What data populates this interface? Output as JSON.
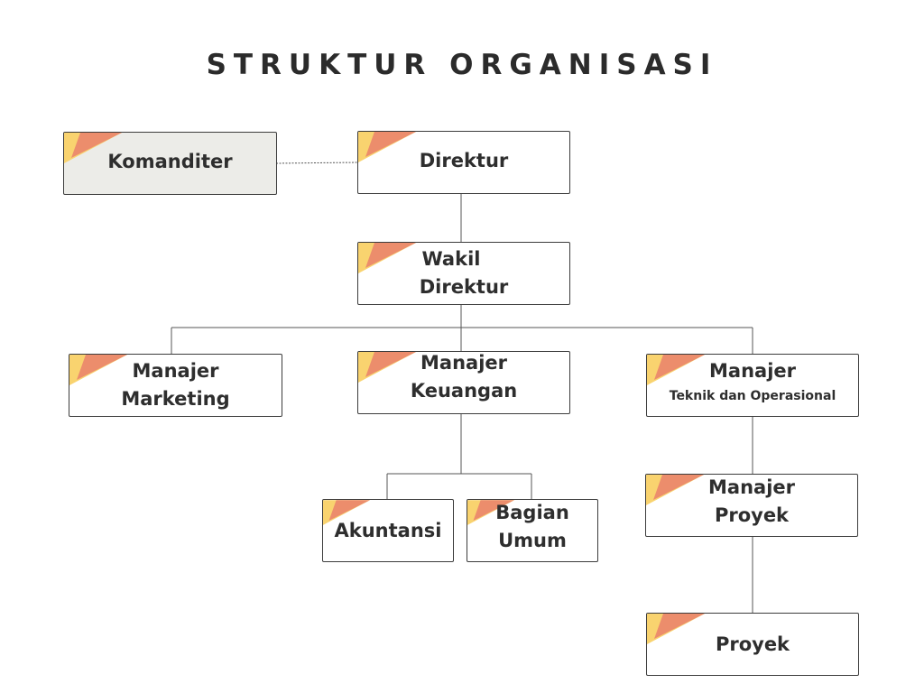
{
  "title": "STRUKTUR ORGANISASI",
  "colors": {
    "corner_yellow": "#f9d36f",
    "corner_orange": "#ec8d6c",
    "komanditer_fill": "#ecece8",
    "box_border": "#3c3c3c",
    "connector": "#555555"
  },
  "nodes": {
    "komanditer": {
      "lines": [
        "Komanditer"
      ]
    },
    "direktur": {
      "lines": [
        "Direktur"
      ]
    },
    "wakil_direktur": {
      "lines": [
        "Wakil",
        "Direktur"
      ]
    },
    "manajer_marketing": {
      "lines": [
        "Manajer",
        "Marketing"
      ]
    },
    "manajer_keuangan": {
      "lines": [
        "Manajer",
        "Keuangan"
      ]
    },
    "manajer_teknik": {
      "lines": [
        "Manajer",
        "Teknik dan Operasional"
      ]
    },
    "akuntansi": {
      "lines": [
        "Akuntansi"
      ]
    },
    "bagian_umum": {
      "lines": [
        "Bagian",
        "Umum"
      ]
    },
    "manajer_proyek": {
      "lines": [
        "Manajer",
        "Proyek"
      ]
    },
    "proyek": {
      "lines": [
        "Proyek"
      ]
    }
  }
}
